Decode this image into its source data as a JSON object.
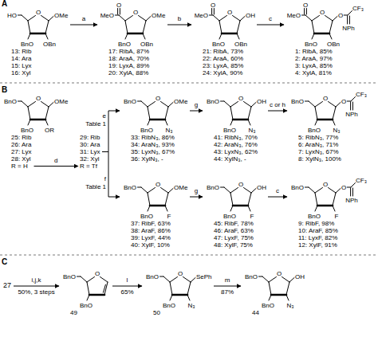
{
  "diagram": {
    "nodes": [
      {
        "text": [
          "HO",
          "O",
          "OMe",
          "BnO",
          "OBn",
          "13: Rib",
          "14: Ara",
          "15: Lyx",
          "16: Xyl"
        ]
      },
      {
        "text": [
          "O",
          "MeO",
          "O",
          "OMe",
          "BnO",
          "OBn",
          "17: RibA, 87%",
          "18: AraA, 70%",
          "19: LyxA, 89%",
          "20: XylA, 88%"
        ]
      },
      {
        "text": [
          "O",
          "MeO",
          "O",
          "OH",
          "BnO",
          "OBn",
          "21: RibA, 73%",
          "22: AraA, 60%",
          "23: LyxA, 85%",
          "24: XylA, 90%"
        ]
      },
      {
        "text": [
          "O",
          "MeO",
          "O",
          "O",
          "CF₃",
          "NPh",
          "BnO",
          "OBn",
          "1: RibA, 85%",
          "2: AraA, 97%",
          "3: LyxA, 85%",
          "4: XylA, 81%"
        ]
      },
      {
        "text": [
          "BnO",
          "O",
          "OMe",
          "BnO",
          "OR",
          "25: Rib",
          "26: Ara",
          "27: Lyx",
          "28: Xyl",
          "R = H"
        ]
      },
      {
        "text": [
          "29: Rib",
          "30: Ara",
          "31: Lyx",
          "32: Xyl",
          "R = Tf"
        ]
      },
      {
        "text": [
          "BnO",
          "O",
          "OMe",
          "BnO",
          "N₃",
          "33: RibN₃, 86%",
          "34: AraN₃, 93%",
          "35: LyxN₃, 67%",
          "36: XylN₃, -"
        ]
      },
      {
        "text": [
          "BnO",
          "O",
          "OH",
          "BnO",
          "N₃",
          "41: RibN₃, 70%",
          "42: AraN₃, 76%",
          "43: LyxN₃, 62%",
          "44: XylN₃, -"
        ]
      },
      {
        "text": [
          "BnO",
          "O",
          "O",
          "CF₃",
          "NPh",
          "BnO",
          "N₃",
          "5: RibN₃, 77%",
          "6: AraN₃, 71%",
          "7: LyxN₃, 67%",
          "8: XylN₃, 100%"
        ]
      },
      {
        "text": [
          "BnO",
          "O",
          "OMe",
          "BnO",
          "F",
          "37: RibF, 63%",
          "38: AraF, 86%",
          "39: LyxF, 44%",
          "40: XylF, 10%"
        ]
      },
      {
        "text": [
          "BnO",
          "O",
          "OH",
          "BnO",
          "F",
          "45: RibF, 78%",
          "46: AraF, 63%",
          "47: LyxF, 75%",
          "48: XylF, 75%"
        ]
      },
      {
        "text": [
          "BnO",
          "O",
          "O",
          "CF₃",
          "NPh",
          "BnO",
          "F",
          "9: RibF, 98%",
          "10: AraF, 85%",
          "11: LyxF, 82%",
          "12: XylF, 91%"
        ]
      },
      {
        "text": [
          "27"
        ]
      },
      {
        "text": [
          "BnO",
          "O",
          "BnO",
          "49"
        ]
      },
      {
        "text": [
          "BnO",
          "O",
          "SePh",
          "BnO",
          "N₃",
          "50"
        ]
      },
      {
        "text": [
          "BnO",
          "O",
          "OH",
          "BnO",
          "N₃",
          "44"
        ]
      }
    ],
    "edges": [
      {
        "from": 0,
        "to": 1,
        "arrow": "to",
        "label": "a"
      },
      {
        "from": 1,
        "to": 2,
        "arrow": "to",
        "label": "b"
      },
      {
        "from": 2,
        "to": 3,
        "arrow": "to",
        "label": "c"
      },
      {
        "from": 4,
        "to": 5,
        "arrow": "to",
        "label": "d"
      },
      {
        "from": 5,
        "to": 6,
        "arrow": "to",
        "label": "e"
      },
      {
        "from": 5,
        "to": 9,
        "arrow": "to",
        "label": "f"
      },
      {
        "from": 6,
        "to": 7,
        "arrow": "to",
        "label": "g"
      },
      {
        "from": 7,
        "to": 8,
        "arrow": "to",
        "label": "c or h"
      },
      {
        "from": 9,
        "to": 10,
        "arrow": "to",
        "label": "g"
      },
      {
        "from": 10,
        "to": 11,
        "arrow": "to",
        "label": "c"
      },
      {
        "from": 12,
        "to": 13,
        "arrow": "to",
        "label": "i,j,k"
      },
      {
        "from": 13,
        "to": 14,
        "arrow": "to",
        "label": "l"
      },
      {
        "from": 14,
        "to": 15,
        "arrow": "to",
        "label": "m"
      }
    ],
    "labels": [
      "A",
      "B",
      "C",
      "Table 1",
      "Table 1",
      "50%, 3 steps",
      "65%",
      "87%"
    ]
  }
}
